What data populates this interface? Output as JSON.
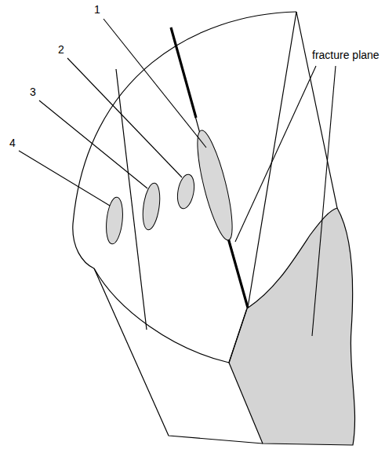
{
  "diagram": {
    "labels": [
      "1",
      "2",
      "3",
      "4",
      "fracture plane"
    ]
  }
}
